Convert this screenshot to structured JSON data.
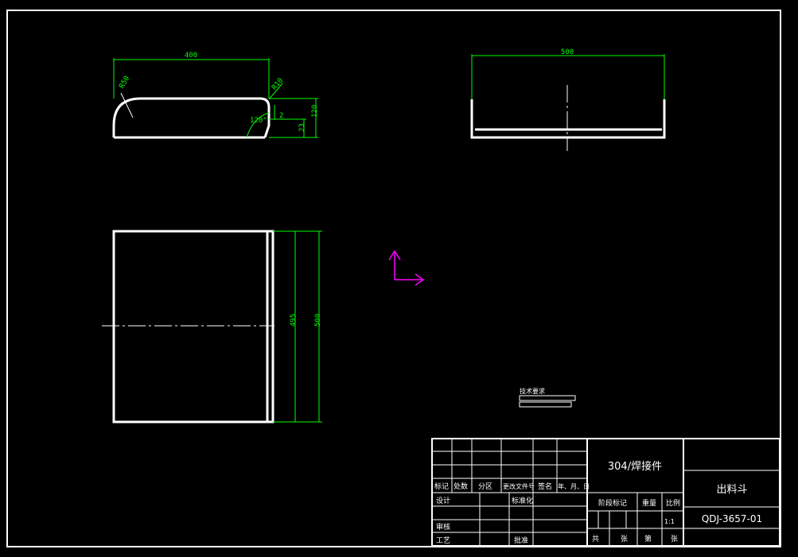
{
  "drawing": {
    "top_view": {
      "dim_width": "400",
      "dim_radius_left": "R50",
      "dim_radius_right": "R10",
      "dim_angle": "120°",
      "dim_thickness": "2",
      "dim_inner_height": "23",
      "dim_total_height": "120"
    },
    "side_view": {
      "dim_width": "500"
    },
    "plan_view": {
      "dim_inner": "495",
      "dim_outer": "500"
    },
    "tech_note": {
      "title": "技术要求"
    }
  },
  "title_block": {
    "material": "304/焊接件",
    "part_name": "出料斗",
    "drawing_no": "QDJ-3657-01",
    "scale": "1:1",
    "row_headers": [
      "标记",
      "处数",
      "分区",
      "更改文件号",
      "签名",
      "年、月、日"
    ],
    "design_label": "设计",
    "standardization_label": "标准化",
    "stage_mark_label": "阶段标记",
    "weight_label": "重量",
    "scale_label": "比例",
    "review_label": "审核",
    "process_label": "工艺",
    "approve_label": "批准",
    "total_label": "共",
    "sheet_label": "张",
    "page_label": "第",
    "sheet_label_2": "张"
  },
  "colors": {
    "outline": "#ffffff",
    "dimension": "#00ff00",
    "ucs": "#ff00ff",
    "background": "#000000"
  }
}
